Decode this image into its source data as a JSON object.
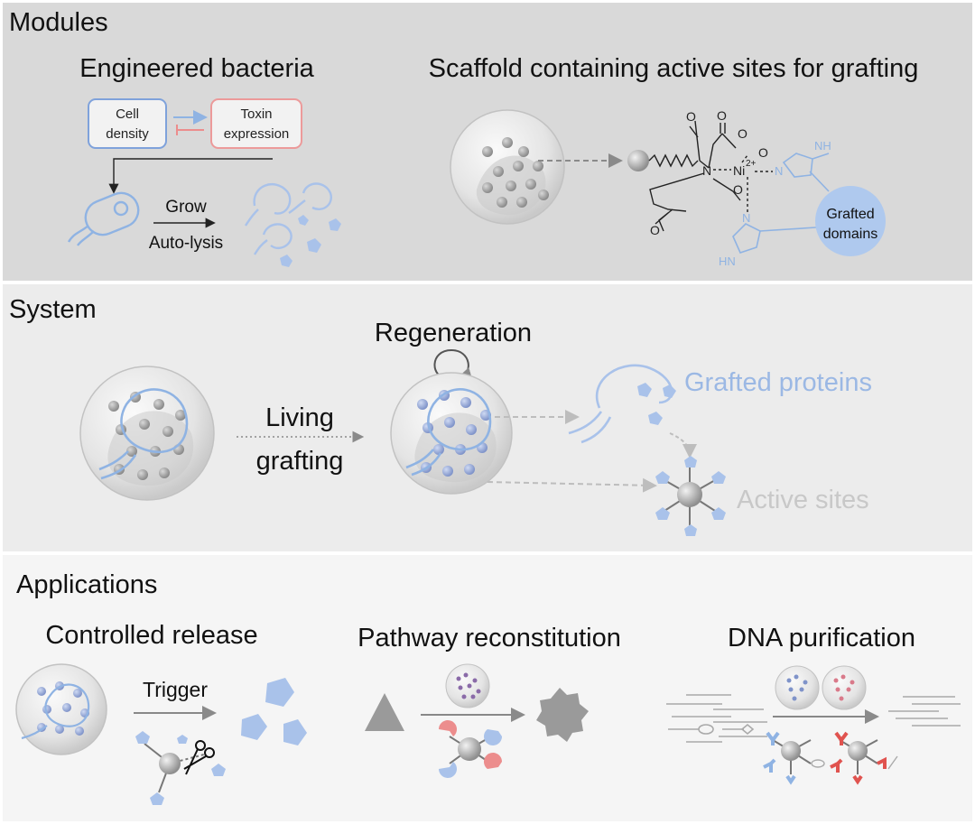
{
  "modules": {
    "title": "Modules",
    "bacteria_title": "Engineered bacteria",
    "cell_density_1": "Cell",
    "cell_density_2": "density",
    "toxin_1": "Toxin",
    "toxin_2": "expression",
    "grow": "Grow",
    "autolysis": "Auto-lysis",
    "scaffold_title": "Scaffold containing active sites for grafting",
    "chem": {
      "o": "O",
      "n": "N",
      "ni": "Ni",
      "charge": "2+",
      "nh": "NH",
      "hn": "HN"
    },
    "grafted_domains_1": "Grafted",
    "grafted_domains_2": "domains"
  },
  "system": {
    "title": "System",
    "regeneration": "Regeneration",
    "living": "Living",
    "grafting": "grafting",
    "grafted_proteins": "Grafted proteins",
    "active_sites": "Active sites"
  },
  "applications": {
    "title": "Applications",
    "controlled_release": "Controlled release",
    "trigger": "Trigger",
    "pathway": "Pathway reconstitution",
    "dna": "DNA purification"
  },
  "colors": {
    "panel1_bg": "#d9d9d9",
    "panel2_bg": "#ececec",
    "panel3_bg": "#f5f5f5",
    "blue": "#8fb3e3",
    "red": "#ec8d8d",
    "grey_text": "#c8c8c8",
    "blue_text": "#9bb8e4"
  }
}
